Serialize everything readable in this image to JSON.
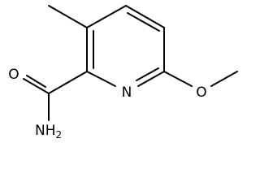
{
  "molecule": {
    "atoms": {
      "ring_n": "N",
      "carbonyl_o": "O",
      "amide_n": "NH",
      "amide_h_count": "2",
      "ether_o": "O"
    },
    "colors": {
      "bond": "#000000",
      "background": "#ffffff"
    }
  }
}
